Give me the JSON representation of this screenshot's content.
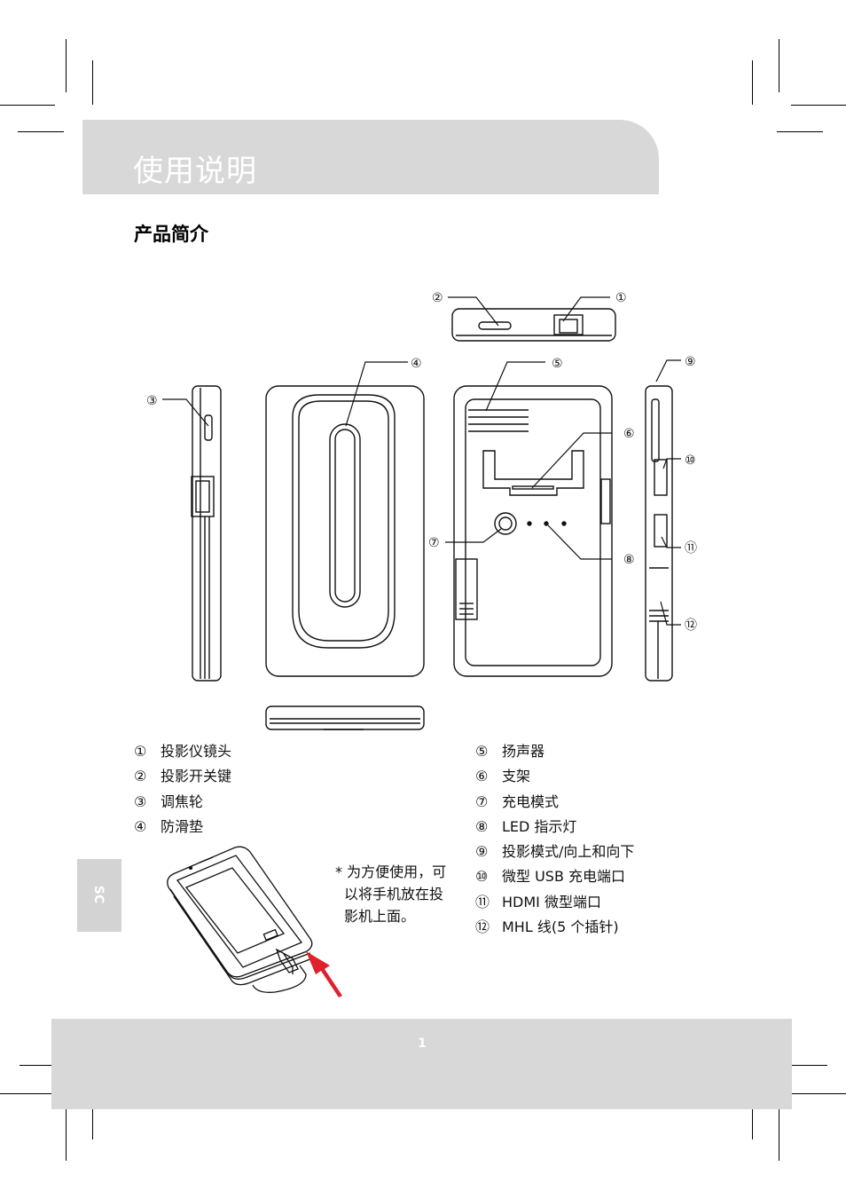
{
  "header": {
    "title": "使用说明"
  },
  "section": {
    "title": "产品简介"
  },
  "callouts": [
    "①",
    "②",
    "③",
    "④",
    "⑤",
    "⑥",
    "⑦",
    "⑧",
    "⑨",
    "⑩",
    "⑪",
    "⑫"
  ],
  "legend_left": [
    {
      "num": "①",
      "label": "投影仪镜头"
    },
    {
      "num": "②",
      "label": "投影开关键"
    },
    {
      "num": "③",
      "label": "调焦轮"
    },
    {
      "num": "④",
      "label": "防滑垫"
    }
  ],
  "legend_right": [
    {
      "num": "⑤",
      "label": "扬声器"
    },
    {
      "num": "⑥",
      "label": "支架"
    },
    {
      "num": "⑦",
      "label": "充电模式"
    },
    {
      "num": "⑧",
      "label": "LED 指示灯"
    },
    {
      "num": "⑨",
      "label": "投影模式/向上和向下"
    },
    {
      "num": "⑩",
      "label": "微型 USB 充电端口"
    },
    {
      "num": "⑪",
      "label": "HDMI 微型端口"
    },
    {
      "num": "⑫",
      "label": "MHL 线(5 个插针)"
    }
  ],
  "note": {
    "line1": "* 为方便使用，可",
    "line2": "以将手机放在投",
    "line3": "影机上面。"
  },
  "side_tab": {
    "label": "SC"
  },
  "footer": {
    "page_number": "1"
  },
  "colors": {
    "header_bg": "#d8d8d8",
    "footer_bg": "#d8d8d8",
    "arrow": "#e0202a"
  }
}
